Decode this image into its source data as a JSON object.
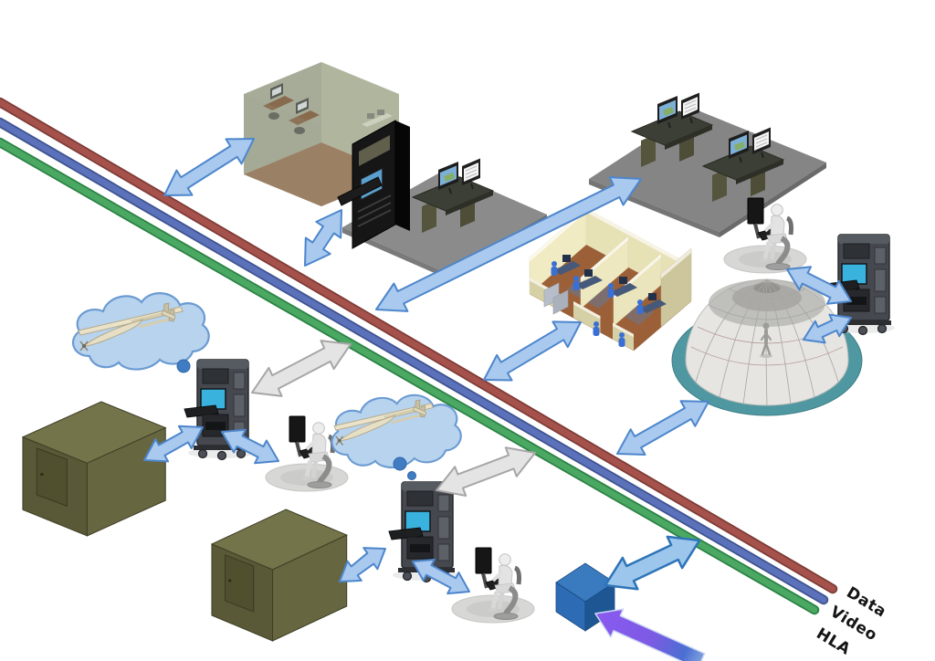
{
  "bus": {
    "lines": [
      {
        "id": "data",
        "label": "Data",
        "color": "#a5524c",
        "edge_color": "#7e3a35"
      },
      {
        "id": "video",
        "label": "Video",
        "color": "#5b72ba",
        "edge_color": "#3e5290"
      },
      {
        "id": "hla",
        "label": "HLA",
        "color": "#4aa862",
        "edge_color": "#2b8144"
      }
    ]
  },
  "colors": {
    "arrow_blue_fill": "#a9c9ee",
    "arrow_blue_stroke": "#4d86cc",
    "arrow_big_fill": "#9dc6ec",
    "arrow_big_stroke": "#2e74b8",
    "arrow_gray_fill": "#e4e4e4",
    "arrow_purple": "#8a5af0",
    "shelter_green": "#74744a",
    "cloud_blue": "#b7d3ee",
    "cloud_outline": "#6b9bd2",
    "dome_ring_teal": "#4f98a2",
    "cube_blue": "#2d6cb4",
    "platform_gray": "#8b8b8b",
    "screen_cyan": "#3ab2de"
  },
  "nodes": [
    {
      "id": "ops-room",
      "icon": "transparent-room-icon",
      "desc": "translucent room with two workstations"
    },
    {
      "id": "rack-station",
      "icon": "server-rack-icon",
      "desc": "server rack and console desk on gray platform"
    },
    {
      "id": "dual-console-platform",
      "icon": "console-desks-icon",
      "desc": "two dual-monitor console desks on gray platform"
    },
    {
      "id": "operations-building",
      "icon": "building-cutaway-icon",
      "desc": "cutaway building with staffed workstations"
    },
    {
      "id": "operator-chair-right",
      "icon": "operator-chair-icon",
      "desc": "mannequin in simulator chair on oval base"
    },
    {
      "id": "console-cart-right",
      "icon": "equipment-cart-icon",
      "desc": "ruggedized rack cart with screen"
    },
    {
      "id": "dome-simulator",
      "icon": "dome-icon",
      "desc": "wireframe projection dome with person"
    },
    {
      "id": "uav-cloud-1",
      "icon": "uav-thought-cloud-icon",
      "desc": "thought cloud containing UAV"
    },
    {
      "id": "console-cart-1",
      "icon": "equipment-cart-icon",
      "desc": "ruggedized rack cart with screen"
    },
    {
      "id": "operator-chair-1",
      "icon": "operator-chair-icon",
      "desc": "mannequin in simulator chair on oval base"
    },
    {
      "id": "shelter-1",
      "icon": "military-shelter-icon",
      "desc": "olive green shelter container"
    },
    {
      "id": "uav-cloud-2",
      "icon": "uav-thought-cloud-icon",
      "desc": "thought cloud containing UAV"
    },
    {
      "id": "console-cart-2",
      "icon": "equipment-cart-icon",
      "desc": "ruggedized rack cart with screen"
    },
    {
      "id": "operator-chair-2",
      "icon": "operator-chair-icon",
      "desc": "mannequin in simulator chair on oval base"
    },
    {
      "id": "shelter-2",
      "icon": "military-shelter-icon",
      "desc": "olive green shelter container"
    },
    {
      "id": "network-cube",
      "icon": "cube-icon",
      "desc": "blue network node cube"
    }
  ],
  "connections": [
    {
      "from": "bus",
      "to": "ops-room",
      "style": "blue-double-arrow"
    },
    {
      "from": "bus",
      "to": "rack-station",
      "style": "blue-double-arrow"
    },
    {
      "from": "bus",
      "to": "dual-console-platform",
      "style": "blue-double-arrow"
    },
    {
      "from": "bus",
      "to": "operations-building",
      "style": "blue-double-arrow"
    },
    {
      "from": "bus",
      "to": "dome-simulator",
      "style": "blue-double-arrow"
    },
    {
      "from": "dome-simulator",
      "to": "console-cart-right",
      "style": "blue-double-arrow"
    },
    {
      "from": "console-cart-right",
      "to": "operator-chair-right",
      "style": "blue-double-arrow"
    },
    {
      "from": "shelter-1",
      "to": "console-cart-1",
      "style": "blue-double-arrow"
    },
    {
      "from": "console-cart-1",
      "to": "operator-chair-1",
      "style": "blue-double-arrow"
    },
    {
      "from": "shelter-2",
      "to": "console-cart-2",
      "style": "blue-double-arrow"
    },
    {
      "from": "console-cart-2",
      "to": "operator-chair-2",
      "style": "blue-double-arrow"
    },
    {
      "from": "bus",
      "to": "network-cube",
      "style": "blue-double-arrow-large"
    },
    {
      "from": "bus",
      "to": "console-cart-1",
      "style": "gray-double-arrow"
    },
    {
      "from": "bus",
      "to": "console-cart-2",
      "style": "gray-double-arrow"
    },
    {
      "from": "external-feed",
      "to": "network-cube",
      "style": "purple-arrow"
    }
  ]
}
